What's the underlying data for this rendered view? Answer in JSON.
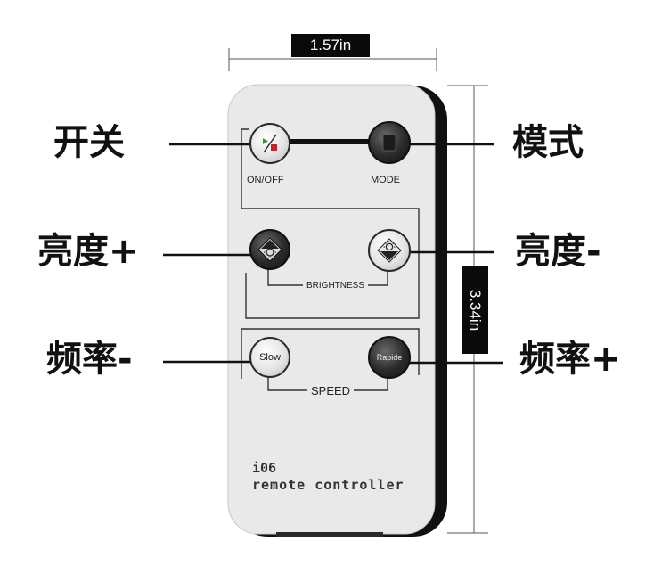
{
  "dimensions": {
    "width": "1.57in",
    "height": "3.34in"
  },
  "callouts": {
    "on_off": "开关",
    "mode": "模式",
    "brightness_up": "亮度+",
    "brightness_down": "亮度-",
    "frequency_down": "频率-",
    "frequency_up": "频率+"
  },
  "remote": {
    "on_off_label": "ON/OFF",
    "mode_label": "MODE",
    "brightness_label": "BRIGHTNESS",
    "speed_label": "SPEED",
    "slow_label": "Slow",
    "rapide_label": "Rapide",
    "model": "i06",
    "name": "remote controller"
  },
  "colors": {
    "remote_body": "#e9e9e9",
    "remote_shadow": "#101010",
    "label_box": "#0a0a0a",
    "play_icon": "#2e9b3a",
    "stop_icon": "#c0262b"
  }
}
